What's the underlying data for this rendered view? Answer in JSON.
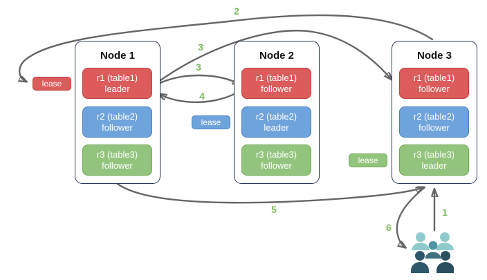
{
  "nodes": [
    {
      "title": "Node 1",
      "replicas": [
        {
          "name": "r1 (table1)",
          "role": "leader",
          "color": "#DC5B5B"
        },
        {
          "name": "r2 (table2)",
          "role": "follower",
          "color": "#6FA3DC"
        },
        {
          "name": "r3 (table3)",
          "role": "follower",
          "color": "#93C47D"
        }
      ]
    },
    {
      "title": "Node 2",
      "replicas": [
        {
          "name": "r1 (table1)",
          "role": "follower",
          "color": "#DC5B5B"
        },
        {
          "name": "r2 (table2)",
          "role": "leader",
          "color": "#6FA3DC"
        },
        {
          "name": "r3 (table3)",
          "role": "follower",
          "color": "#93C47D"
        }
      ]
    },
    {
      "title": "Node 3",
      "replicas": [
        {
          "name": "r1 (table1)",
          "role": "follower",
          "color": "#DC5B5B"
        },
        {
          "name": "r2 (table2)",
          "role": "follower",
          "color": "#6FA3DC"
        },
        {
          "name": "r3 (table3)",
          "role": "leader",
          "color": "#93C47D"
        }
      ]
    }
  ],
  "leases": [
    {
      "label": "lease",
      "color": "#DC5B5B"
    },
    {
      "label": "lease",
      "color": "#6FA3DC"
    },
    {
      "label": "lease",
      "color": "#93C47D"
    }
  ],
  "steps": {
    "s1": "1",
    "s2": "2",
    "s3a": "3",
    "s3b": "3",
    "s4": "4",
    "s5": "5",
    "s6": "6"
  },
  "icons": {
    "users_group": "users-group-icon"
  },
  "colors": {
    "node_border": "#26365E",
    "arrow": "#666666",
    "step_label": "#7CB95D",
    "users_light": "#8FCBCC",
    "users_mid_head": "#4D95A3",
    "users_mid_body": "#3E7080",
    "users_dark_left": "#2E586A",
    "users_dark_right": "#2C4F60"
  }
}
